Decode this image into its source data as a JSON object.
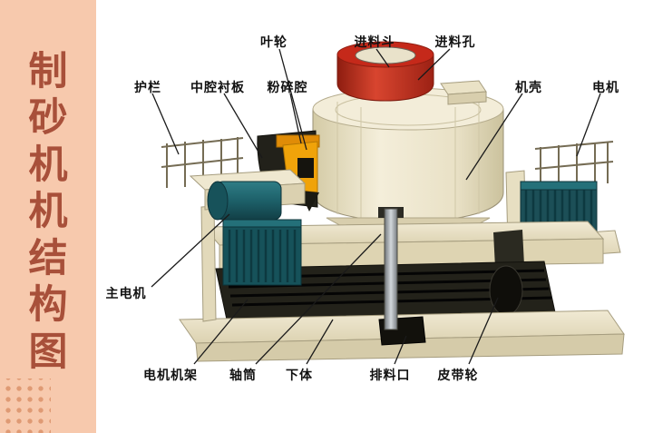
{
  "sidebar": {
    "title": "制砂机机结构图",
    "chars": [
      "制",
      "砂",
      "机",
      "机",
      "结",
      "构",
      "图"
    ]
  },
  "labels": [
    {
      "id": "impeller",
      "text": "叶轮"
    },
    {
      "id": "feed-hopper",
      "text": "进料斗"
    },
    {
      "id": "feed-hole",
      "text": "进料孔"
    },
    {
      "id": "guardrail",
      "text": "护栏"
    },
    {
      "id": "chamber-liner",
      "text": "中腔衬板"
    },
    {
      "id": "crushing-chamber",
      "text": "粉碎腔"
    },
    {
      "id": "casing",
      "text": "机壳"
    },
    {
      "id": "motor",
      "text": "电机"
    },
    {
      "id": "main-motor",
      "text": "主电机"
    },
    {
      "id": "motor-frame",
      "text": "电机机架"
    },
    {
      "id": "shaft-tube",
      "text": "轴筒"
    },
    {
      "id": "lower-body",
      "text": "下体"
    },
    {
      "id": "discharge-port",
      "text": "排料口"
    },
    {
      "id": "belt-pulley",
      "text": "皮带轮"
    }
  ],
  "colors": {
    "sidebar_bg": "#f7c9ad",
    "sidebar_text": "#a8503a",
    "machine_body": "#efe8d2",
    "hopper_red": "#c5291a",
    "motor_teal": "#1d6069",
    "impeller_orange": "#f0a30a",
    "label_text": "#111111",
    "background": "#ffffff"
  }
}
